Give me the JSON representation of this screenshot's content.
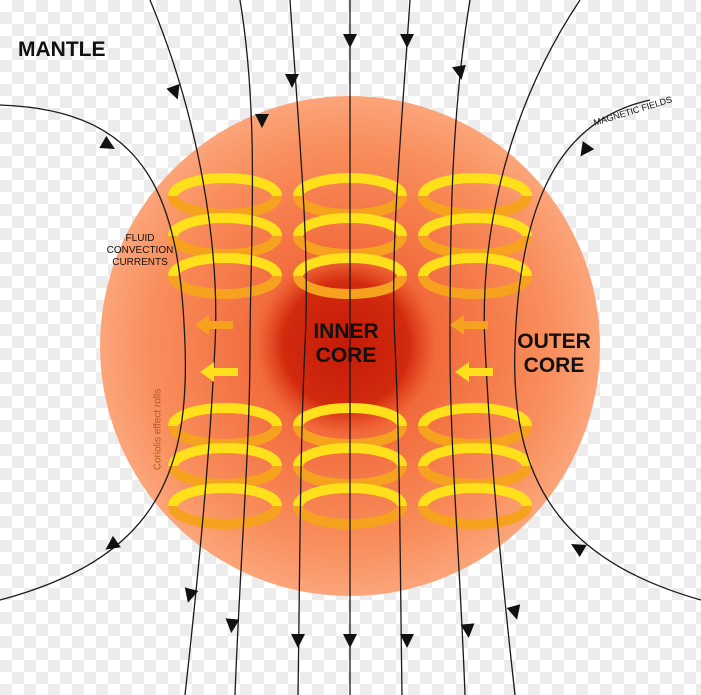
{
  "labels": {
    "mantle": "MANTLE",
    "inner_core_1": "INNER",
    "inner_core_2": "CORE",
    "outer_core_1": "OUTER",
    "outer_core_2": "CORE",
    "fluid_1": "FLUID",
    "fluid_2": "CONVECTION",
    "fluid_3": "CURRENTS",
    "coriolis": "Coriolis effect rolls",
    "magnetic": "MAGNETIC FIELDS"
  },
  "colors": {
    "outer_core": "#f98a5a",
    "inner_core": "#c9200a",
    "spiral_yellow": "#ffe01a",
    "spiral_orange": "#f7a21e",
    "field_line": "#1a1a1a"
  }
}
